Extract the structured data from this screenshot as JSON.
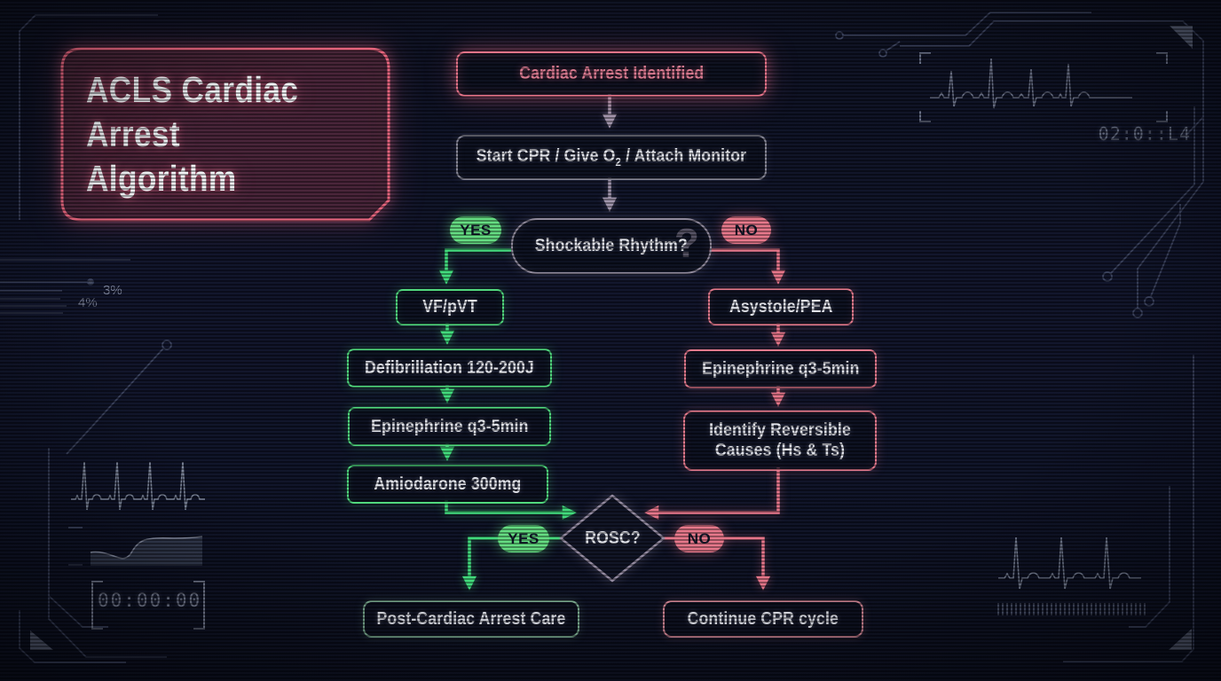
{
  "title": "ACLS Cardiac Arrest Algorithm",
  "flow": {
    "cardiac_arrest_label": "Cardiac Arrest Identified",
    "start_cpr": {
      "pre": "Start CPR / Give O",
      "sub": "2",
      "post": " / Attach Monitor"
    },
    "shockable_label": "Shockable Rhythm?",
    "shockable_qmark": "?",
    "branch_yes": "YES",
    "branch_no": "NO",
    "vf_pvt": "VF/pVT",
    "defibrillation": "Defibrillation 120-200J",
    "epinephrine_left": "Epinephrine q3-5min",
    "amiodarone": "Amiodarone 300mg",
    "asystole": "Asystole/PEA",
    "epinephrine_right": "Epinephrine q3-5min",
    "identify_causes": "Identify Reversible Causes (Hs & Ts)",
    "rosc": "ROSC?",
    "rosc_yes": "YES",
    "rosc_no": "NO",
    "post_care": "Post-Cardiac Arrest Care",
    "continue_cpr": "Continue CPR cycle"
  },
  "hud": {
    "top_right_clock": "02:0::L4",
    "bottom_left_timer": "00:00:00",
    "stat_upper": "3%",
    "stat_lower": "4%"
  },
  "colors": {
    "background": "#0d1122",
    "accent_green": "#56e57f",
    "accent_pink": "#f0788b",
    "neutral_arrow": "#a89bb0",
    "hud_line": "#454c62",
    "text_primary": "#edeef2"
  }
}
